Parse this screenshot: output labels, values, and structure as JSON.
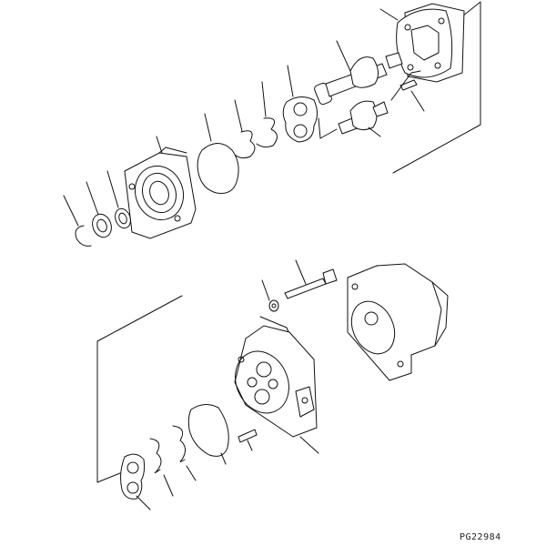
{
  "diagram": {
    "type": "exploded-parts-view",
    "subject": "gear pump assembly",
    "drawing_id": "PG22984"
  }
}
